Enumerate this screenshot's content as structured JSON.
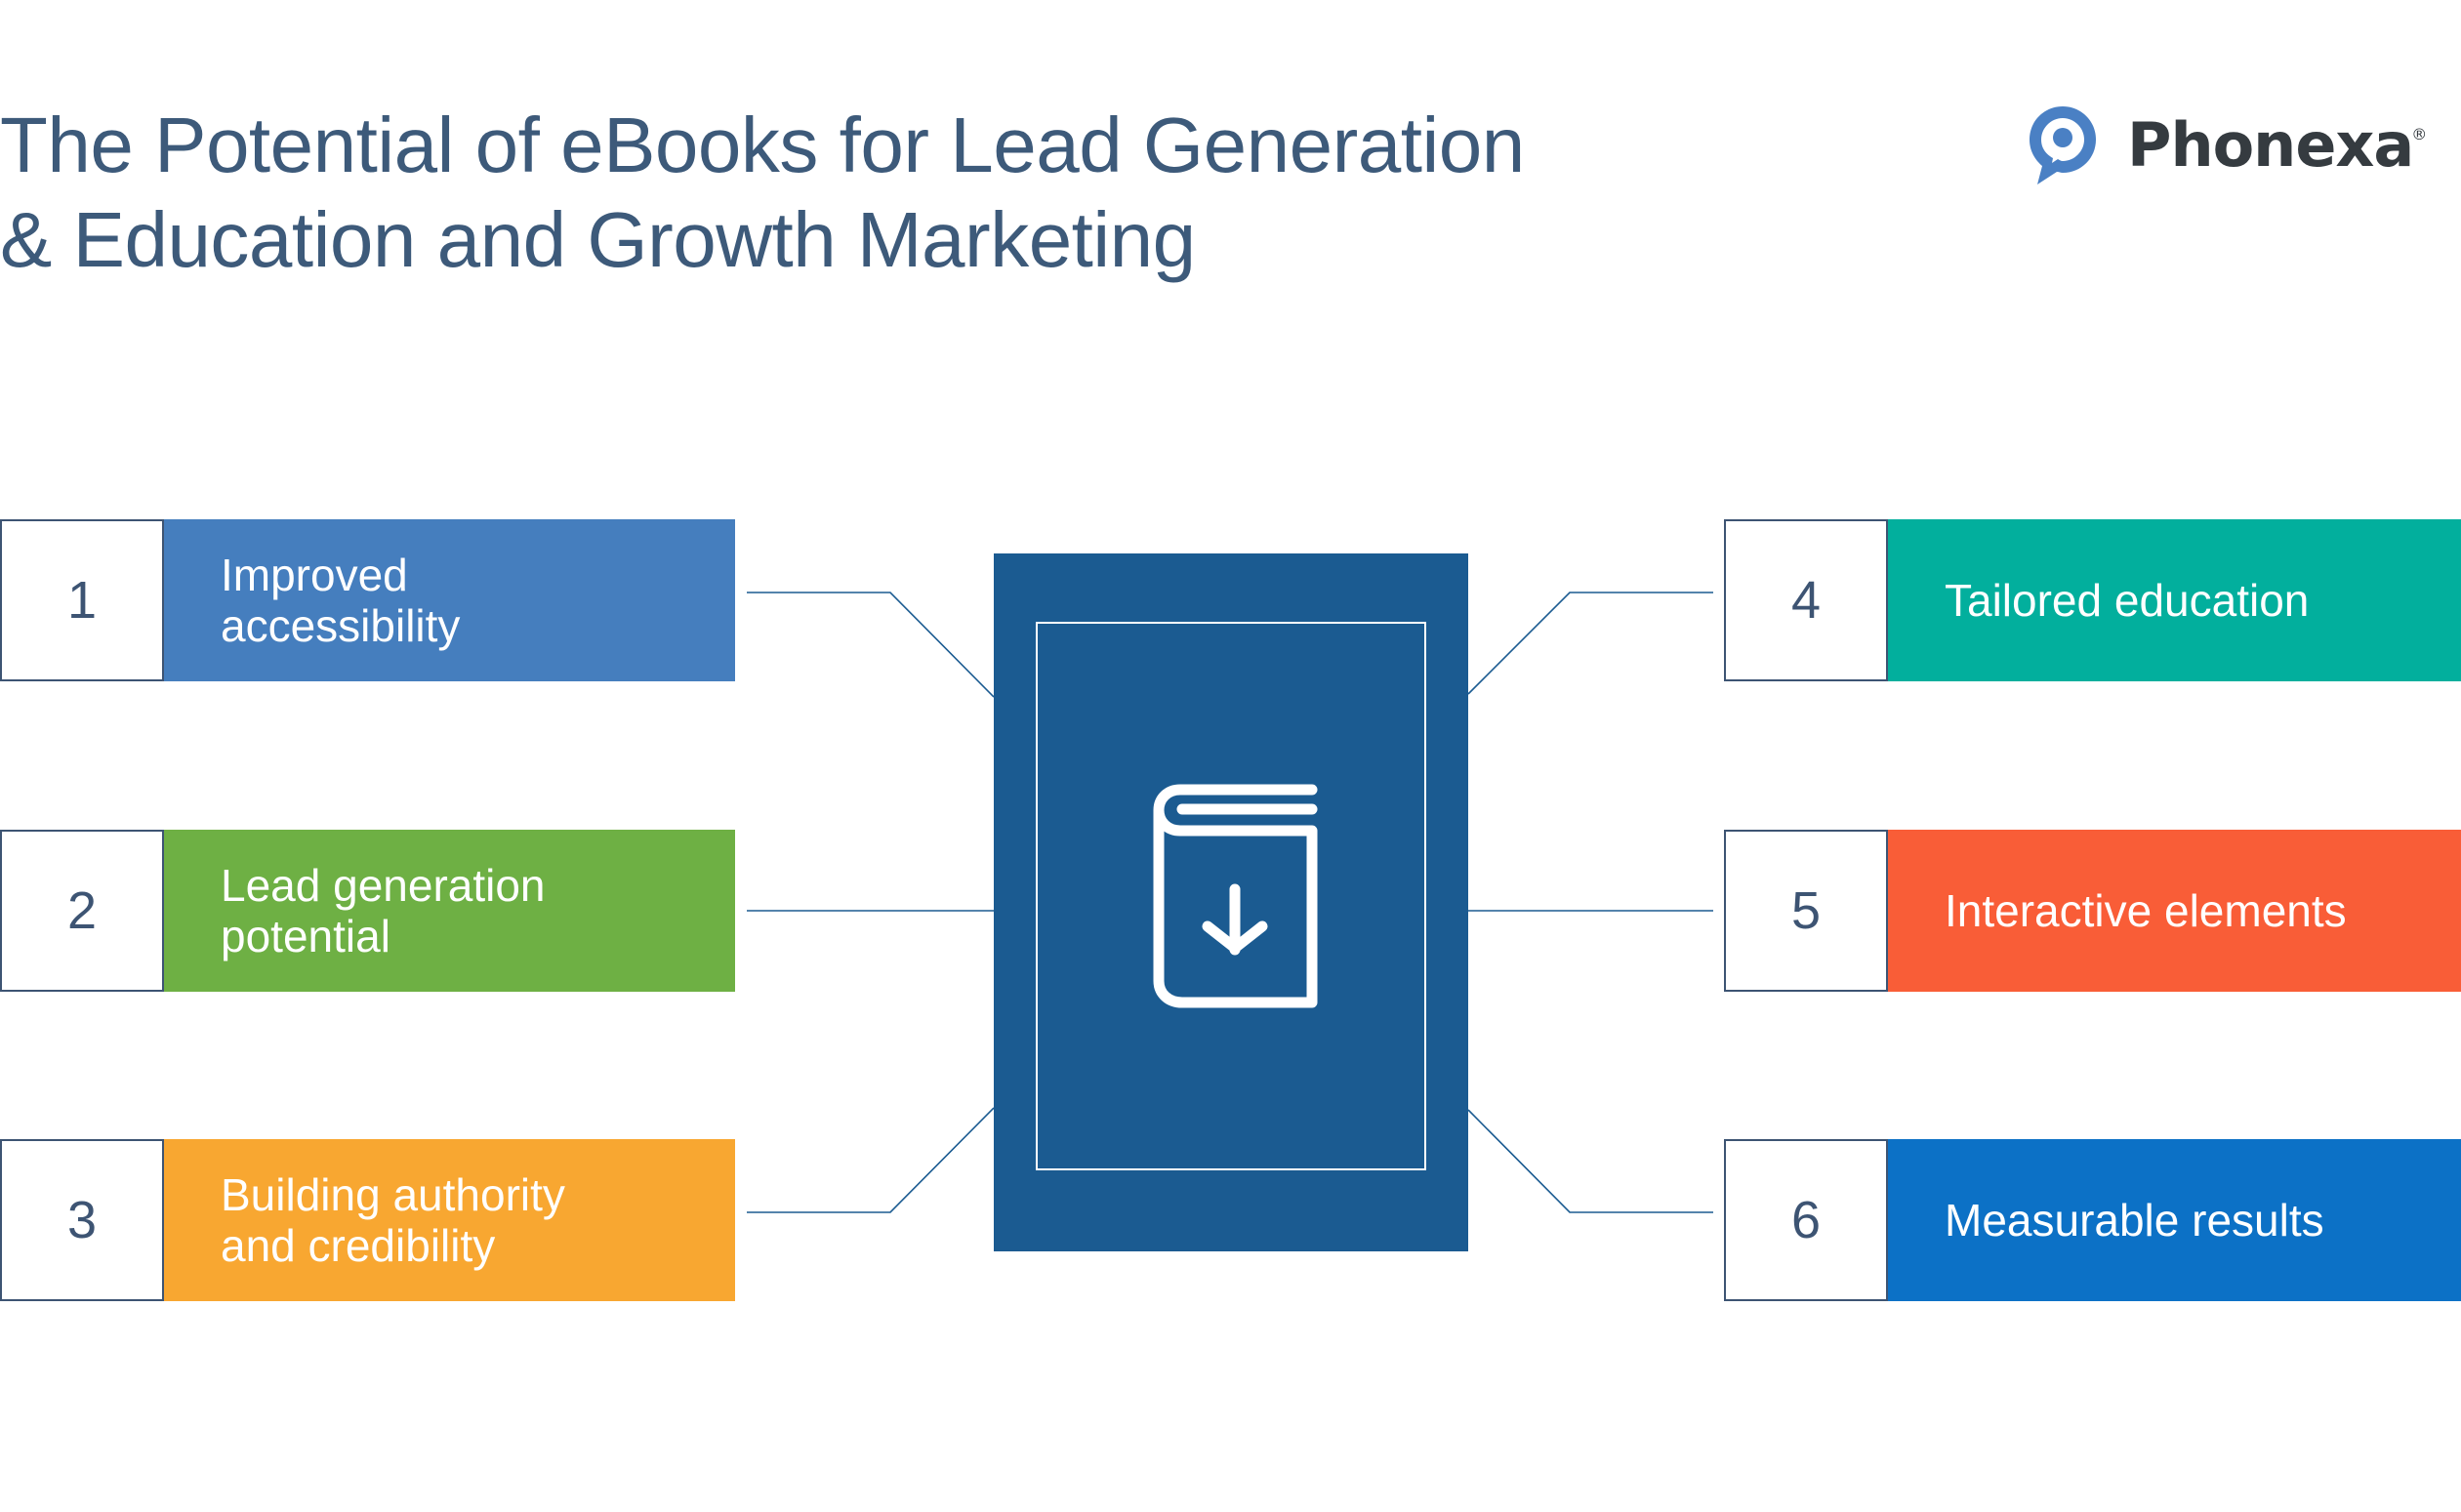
{
  "header": {
    "title_line1": "The Potential of eBooks for Lead Generation",
    "title_line2": "& Education and Growth Marketing"
  },
  "logo": {
    "name": "Phonexa",
    "registered_mark": "®",
    "icon": "speech-bubble-pin-icon",
    "color": "#4A80C4",
    "text_color": "#353B40"
  },
  "center": {
    "icon": "book-download-icon",
    "panel_color": "#1B5B91"
  },
  "items": [
    {
      "number": "1",
      "line1": "Improved",
      "line2": "accessibility",
      "color": "#457EBE"
    },
    {
      "number": "2",
      "line1": "Lead generation",
      "line2": "potential",
      "color": "#6EB044"
    },
    {
      "number": "3",
      "line1": "Building authority",
      "line2": "and credibility",
      "color": "#F8A731"
    },
    {
      "number": "4",
      "line1": "Tailored education",
      "line2": "",
      "color": "#02AF9D"
    },
    {
      "number": "5",
      "line1": "Interactive elements",
      "line2": "",
      "color": "#F95D37"
    },
    {
      "number": "6",
      "line1": "Measurable results",
      "line2": "",
      "color": "#0C71C6"
    }
  ],
  "colors": {
    "title": "#3D5A7A",
    "number_border": "#3D5473",
    "connector": "#1B5B91"
  }
}
